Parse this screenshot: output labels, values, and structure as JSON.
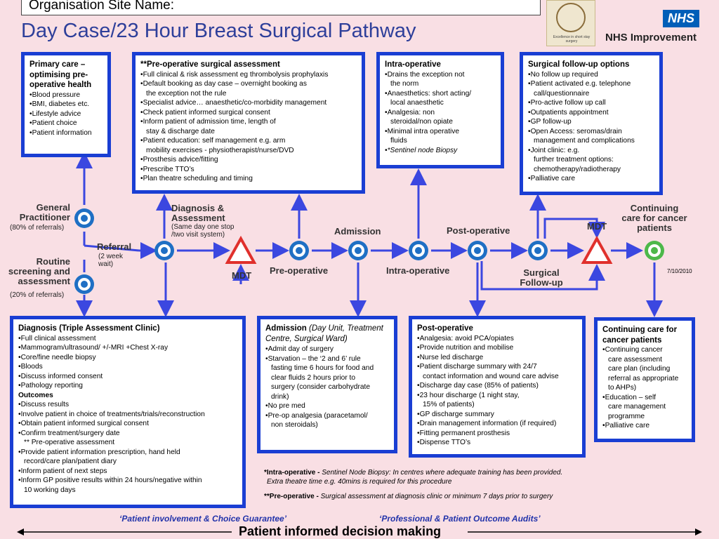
{
  "header": {
    "site_name_label": "Organisation Site Name:",
    "title": "Day Case/23 Hour Breast Surgical Pathway",
    "nhs_logo": "NHS",
    "nhs_improvement": "NHS Improvement",
    "baa_logo_caption": "Excellence in short stay surgery"
  },
  "colors": {
    "box_border": "#1a3ed3",
    "node_blue": "#1f6fc4",
    "mdt_red": "#e0302c",
    "end_green": "#4db84a",
    "arrow": "#3b47e0",
    "background": "#f9dfe4"
  },
  "boxes": {
    "primary": {
      "heading": "Primary care – optimising pre-operative health",
      "items": [
        "Blood pressure",
        "BMI, diabetes etc.",
        "Lifestyle advice",
        "Patient choice",
        "Patient information"
      ]
    },
    "preop": {
      "heading": "**Pre-operative surgical assessment",
      "items": [
        "Full clinical & risk assessment eg thrombolysis prophylaxis",
        "Default booking as day case – overnight booking as\n the exception not the rule",
        "Specialist advice… anaesthetic/co-morbidity management",
        "Check patient informed surgical consent",
        "Inform patient of admission time, length of\n stay & discharge date",
        "Patient education: self management  e.g. arm\n mobility exercises - physiotherapist/nurse/DVD",
        "Prosthesis advice/fitting",
        "Prescribe TTO’s",
        "Plan theatre scheduling and timing"
      ]
    },
    "intraop": {
      "heading": "Intra-operative",
      "items": [
        "Drains the exception not\n the norm",
        "Anaesthetics: short acting/\n local anaesthetic",
        "Analgesia: non\n steroidal/non opiate",
        "Minimal intra operative\n fluids"
      ],
      "italic_item": "*Sentinel node Biopsy"
    },
    "followup": {
      "heading": "Surgical follow-up options",
      "items": [
        "No follow up required",
        "Patient activated e.g. telephone\n call/questionnaire",
        "Pro-active follow up call",
        "Outpatients appointment",
        "GP follow-up",
        "Open Access: seromas/drain\n management and complications",
        "Joint clinic: e.g.\n further treatment options:\n chemotherapy/radiotherapy",
        "Palliative care"
      ]
    },
    "diagnosis": {
      "heading": "Diagnosis (Triple Assessment Clinic)",
      "items": [
        "Full clinical assessment",
        "Mammogram/ultrasound/ +/-MRI +Chest X-ray",
        "Core/fine needle biopsy",
        "Bloods",
        "Discuss informed consent",
        "Pathology reporting"
      ],
      "outcomes_label": "Outcomes",
      "outcomes": [
        "Discuss results",
        "Involve patient in choice of treatments/trials/reconstruction",
        "Obtain patient informed surgical consent",
        "Confirm treatment/surgery date\n ** Pre-operative assessment",
        "Provide patient information prescription, hand held\n record/care plan/patient diary",
        "Inform patient of next steps",
        "Inform GP positive results within 24 hours/negative within\n 10 working days"
      ]
    },
    "admission": {
      "heading": "Admission",
      "heading_italic": "(Day Unit, Treatment Centre, Surgical Ward)",
      "items": [
        "Admit day of surgery",
        "Starvation – the ‘2 and 6’ rule\n fasting time 6 hours for food and\n clear fluids 2 hours prior to\n surgery (consider carbohydrate\n drink)",
        "No pre med",
        "Pre-op analgesia (paracetamol/\n non steroidals)"
      ]
    },
    "postop": {
      "heading": "Post-operative",
      "items": [
        "Analgesia: avoid PCA/opiates",
        "Provide nutrition and mobilise",
        "Nurse led discharge",
        "Patient discharge summary with 24/7\n contact information and wound care advise",
        "Discharge day case (85% of patients)",
        "23 hour discharge (1 night stay,\n 15% of patients)",
        "GP discharge summary",
        "Drain management information (if required)",
        "Fitting permanent prosthesis",
        "Dispense TTO’s"
      ]
    },
    "continuing": {
      "heading": "Continuing care for cancer patients",
      "items": [
        "Continuing cancer\n care assessment\n care plan (including\n referral as appropriate\n to AHPs)",
        "Education – self\n care management\n programme",
        "Palliative care"
      ]
    }
  },
  "nodes": {
    "gp": "General\nPractitioner",
    "gp_sub": "(80% of referrals)",
    "screening": "Routine\nscreening and\nassessment",
    "screening_sub": "(20% of referrals)",
    "referral": "Referral",
    "referral_sub": "(2 week\nwait)",
    "diagnosis": "Diagnosis &\nAssessment",
    "diagnosis_sub": "(Same day one stop\n/two visit system)",
    "mdt1": "MDT",
    "preop": "Pre-operative",
    "admission": "Admission",
    "intraop": "Intra-operative",
    "postop": "Post-operative",
    "followup": "Surgical\nFollow-up",
    "mdt2": "MDT",
    "continuing": "Continuing\ncare for cancer\npatients"
  },
  "date": "7/10/2010",
  "notes": {
    "intra_label": "*Intra-operative -",
    "intra_text": "Sentinel Node Biopsy: In centres where adequate training has been provided.",
    "intra_text2": "Extra theatre time e.g. 40mins is required for this procedure",
    "preop_label": "**Pre-operative -",
    "preop_text": "Surgical assessment at diagnosis clinic or minimum 7 days prior to surgery"
  },
  "footer": {
    "left": "‘Patient involvement & Choice Guarantee’",
    "right": "‘Professional & Patient Outcome Audits’",
    "bottom": "Patient informed decision making"
  }
}
